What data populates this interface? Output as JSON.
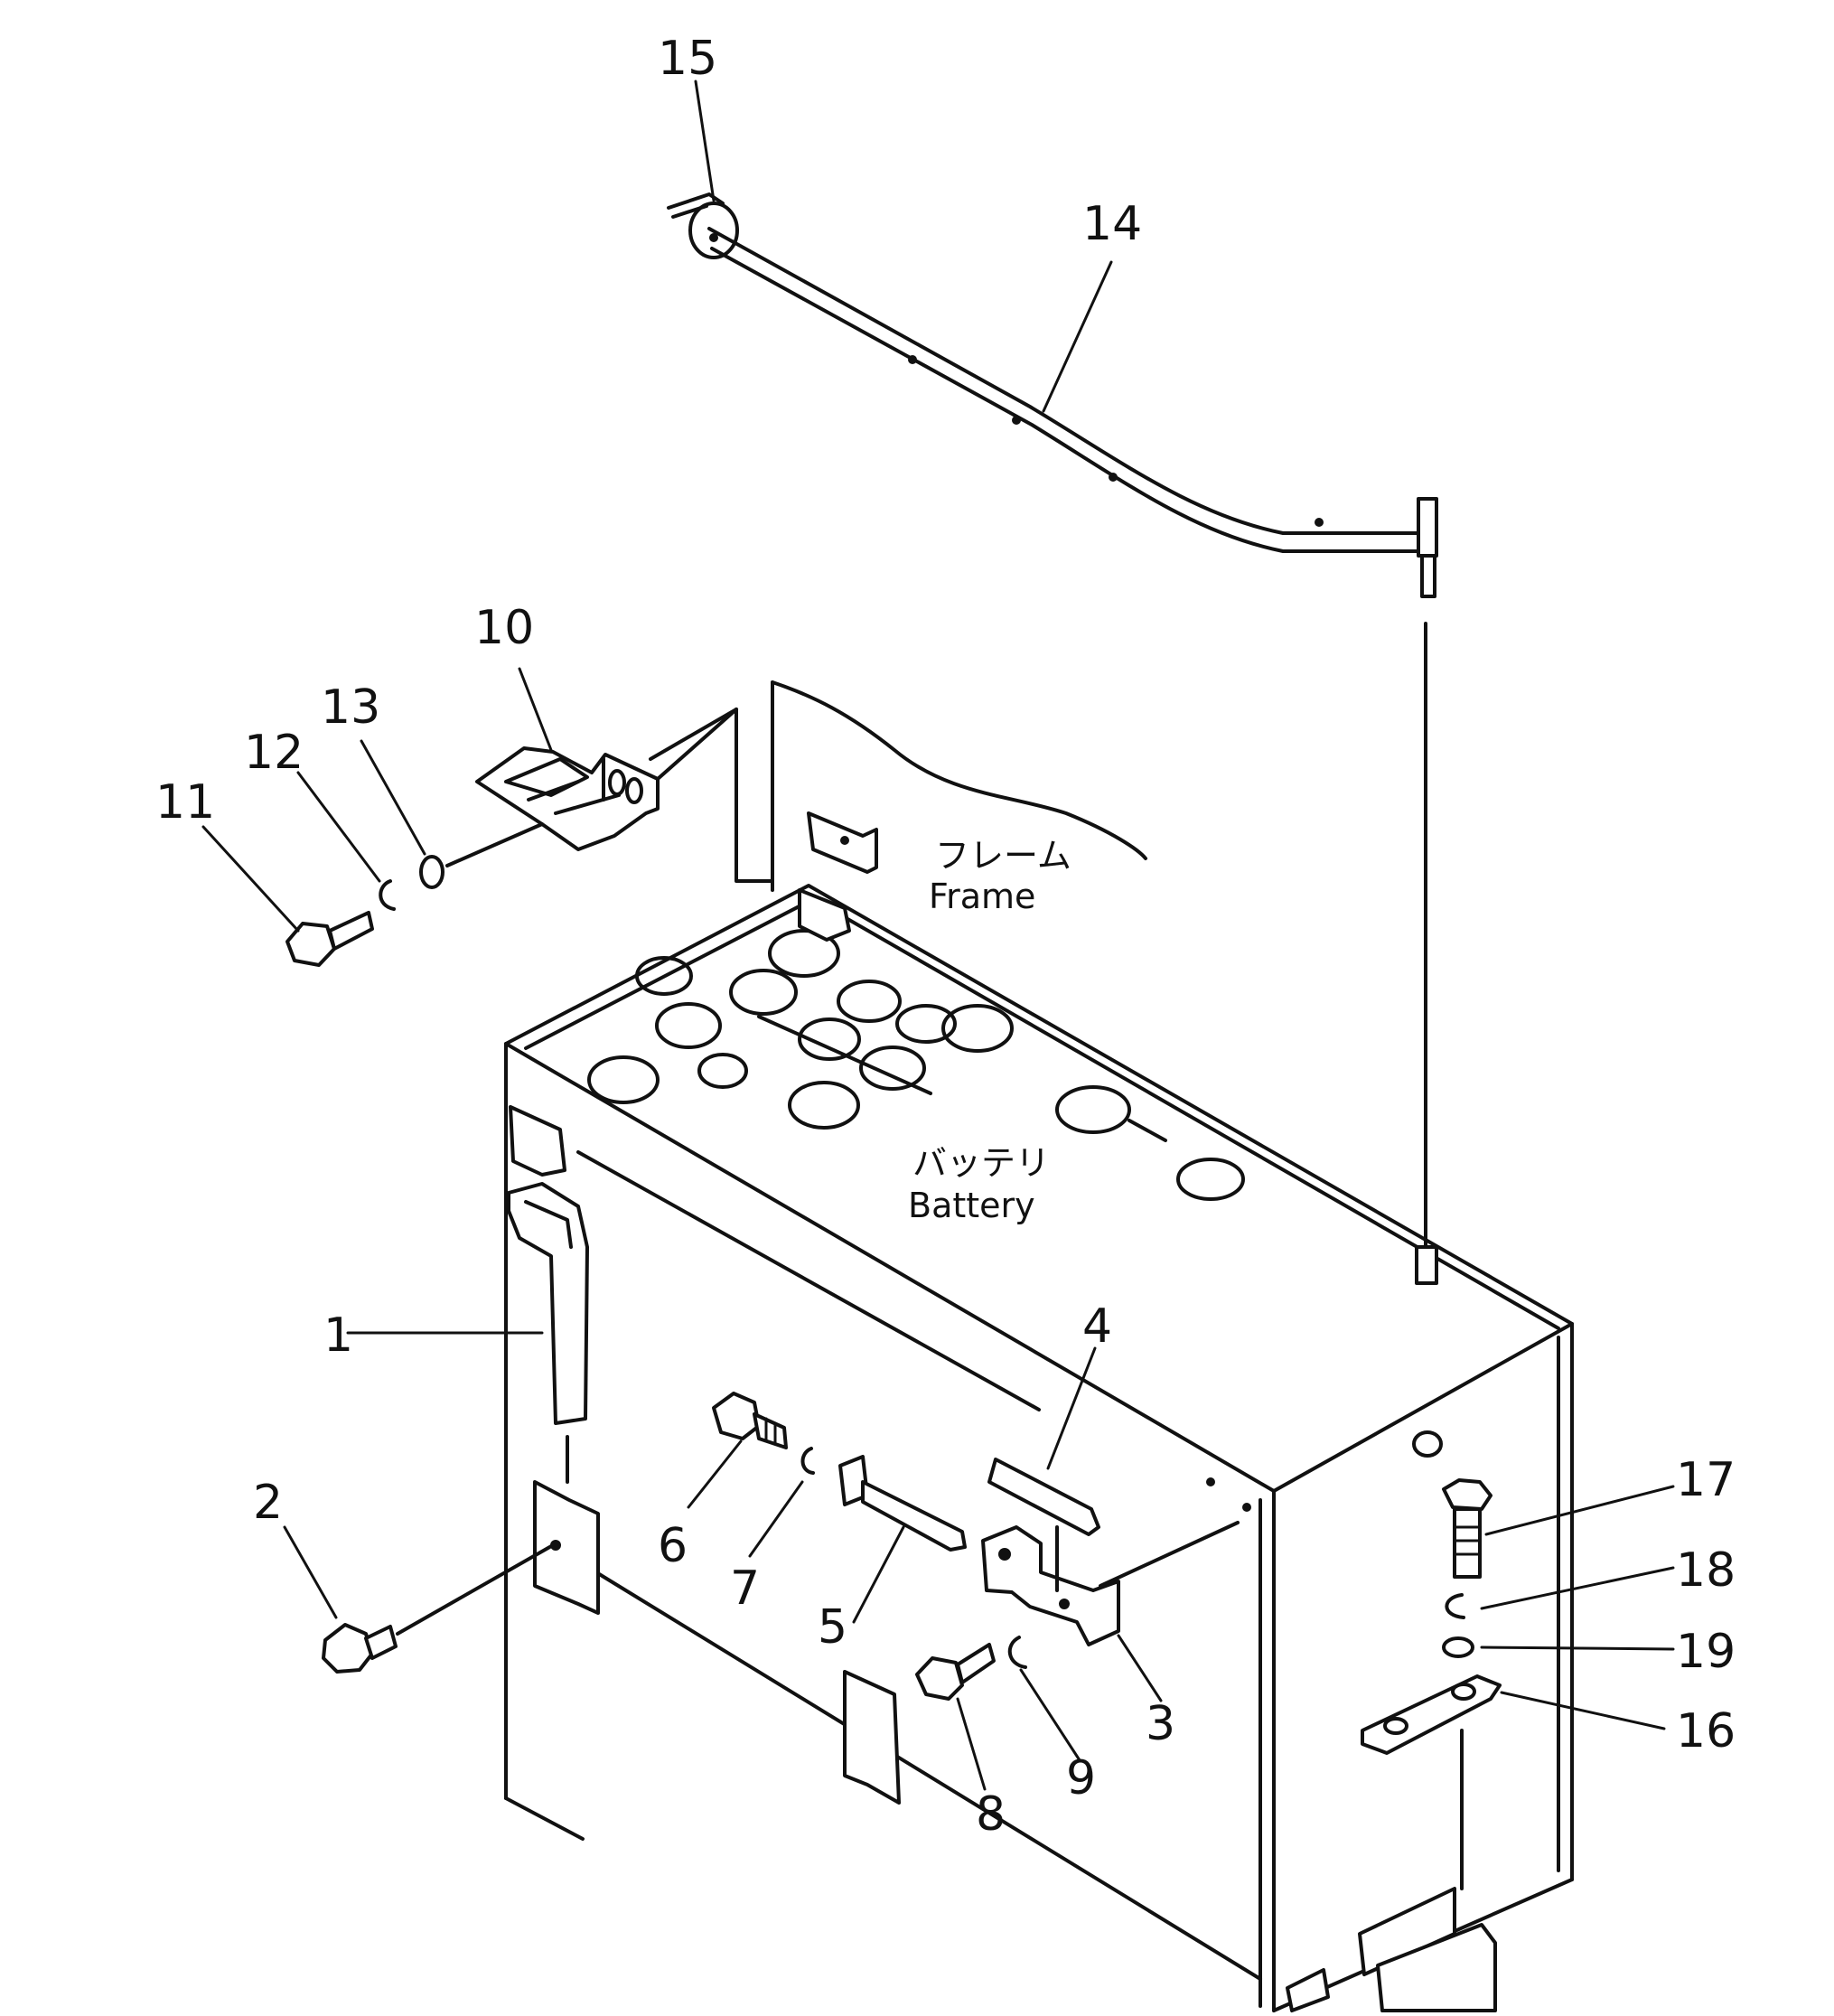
{
  "labels": {
    "frame_jp": "フレーム",
    "frame_en": "Frame",
    "battery_jp": "バッテリ",
    "battery_en": "Battery"
  },
  "callouts": [
    "1",
    "2",
    "3",
    "4",
    "5",
    "6",
    "7",
    "8",
    "9",
    "10",
    "11",
    "12",
    "13",
    "14",
    "15",
    "16",
    "17",
    "18",
    "19"
  ],
  "colors": {
    "ink": "#111111",
    "paper": "#ffffff"
  }
}
